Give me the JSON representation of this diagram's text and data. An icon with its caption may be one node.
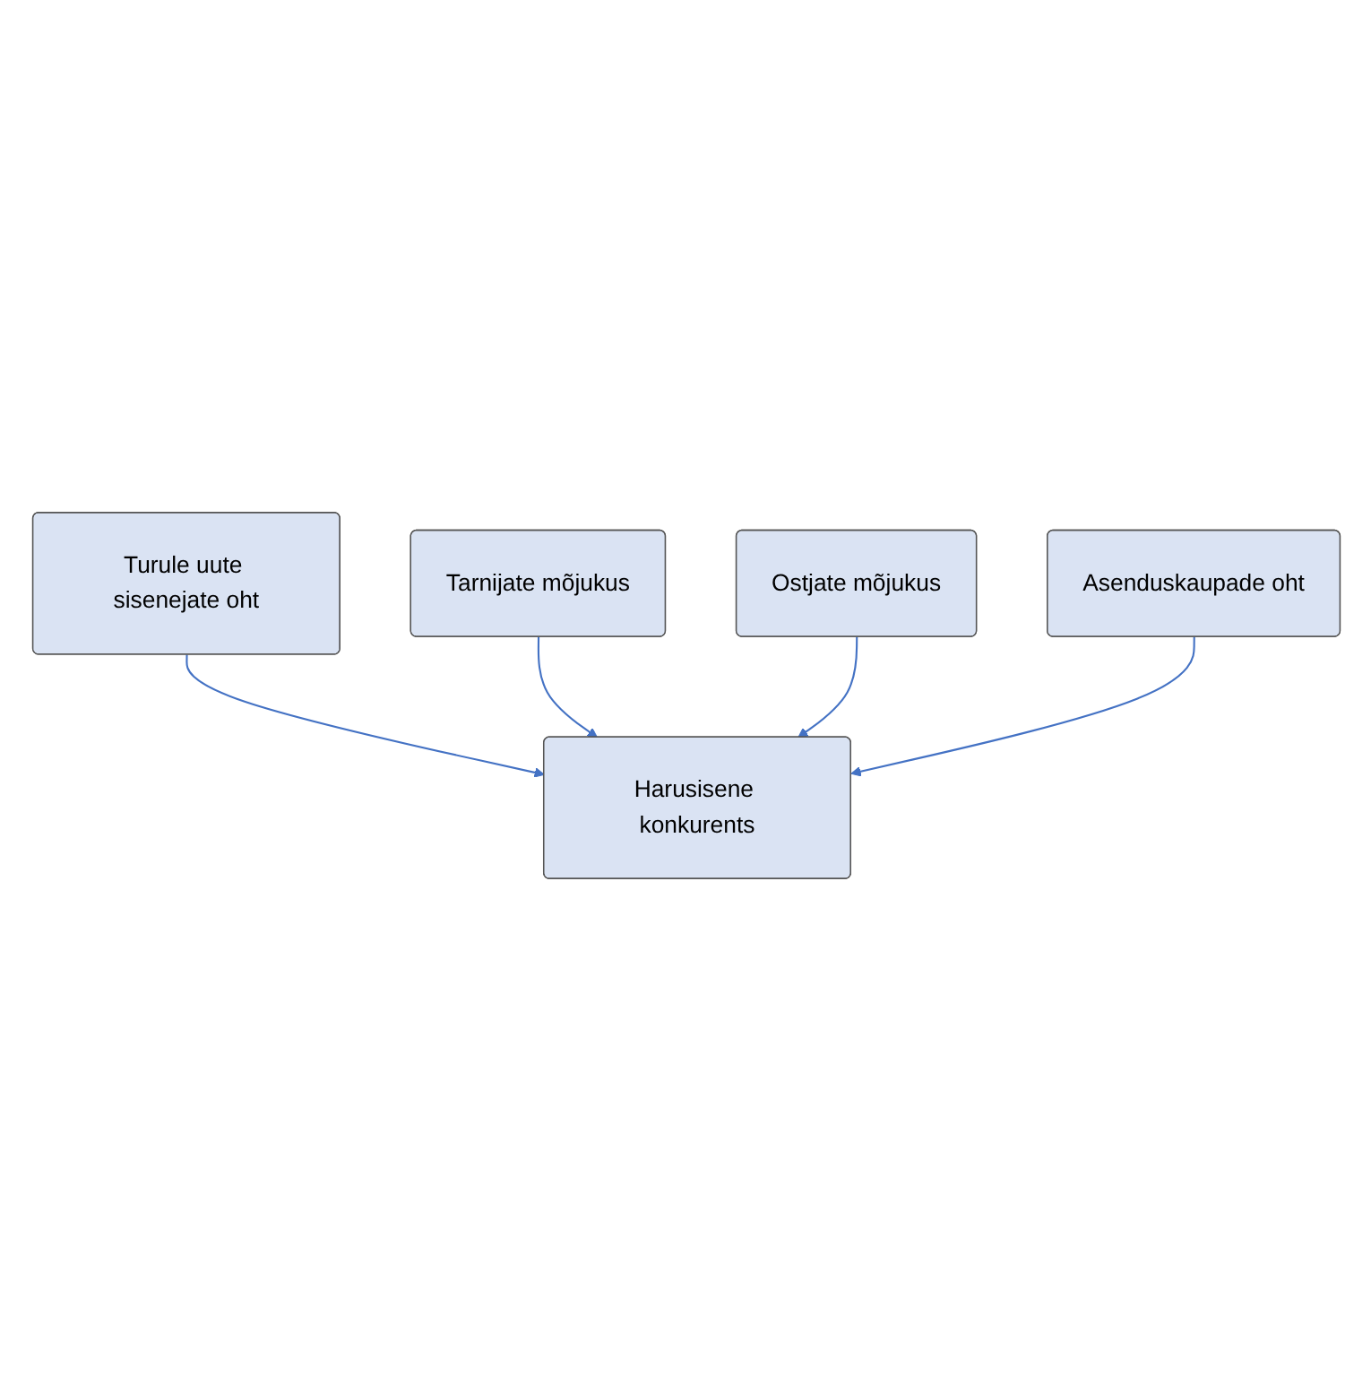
{
  "diagram": {
    "nodes": [
      {
        "text": [
          "Turule uute sisenejate oht"
        ]
      },
      {
        "text": [
          "Tarnijate mõjukus"
        ]
      },
      {
        "text": [
          "Harusisene konkurents"
        ]
      },
      {
        "text": [
          "Ostjate mõjukus"
        ]
      },
      {
        "text": [
          "Asenduskaupade oht"
        ]
      }
    ],
    "edges": [
      {
        "from": 0,
        "to": 2,
        "arrow": "to"
      },
      {
        "from": 1,
        "to": 2,
        "arrow": "to"
      },
      {
        "from": 3,
        "to": 2,
        "arrow": "to"
      },
      {
        "from": 4,
        "to": 2,
        "arrow": "to"
      }
    ]
  }
}
